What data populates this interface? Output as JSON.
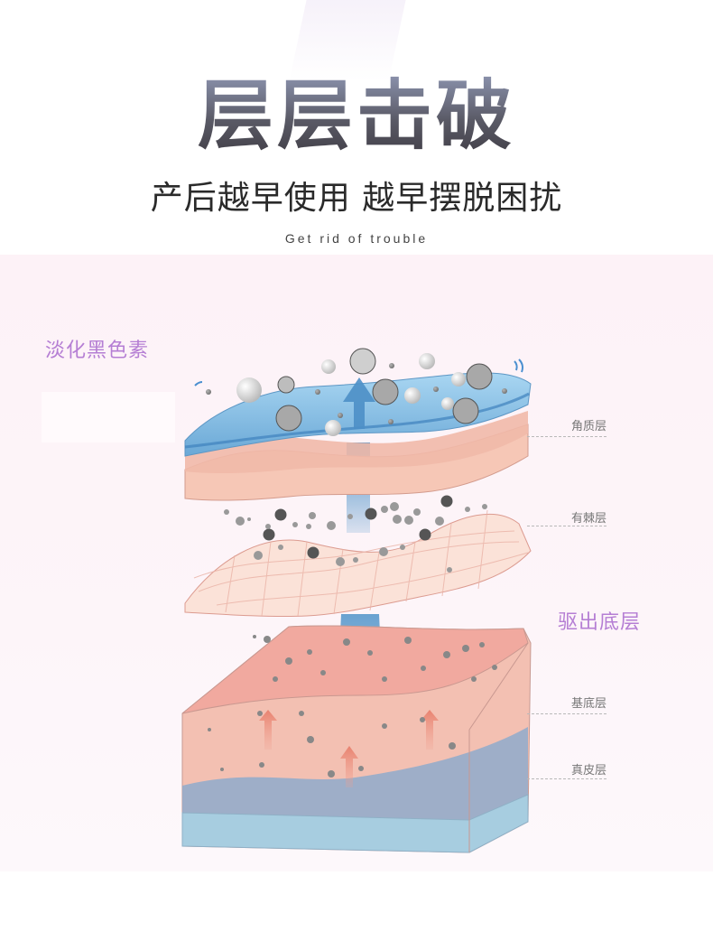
{
  "header": {
    "title": "层层击破",
    "subtitle": "产后越早使用 越早摆脱困扰",
    "subtitle_en": "Get rid of trouble"
  },
  "callouts": {
    "fade_melanin": "淡化黑色素",
    "expel_basal": "驱出底层"
  },
  "layers": [
    {
      "label": "角质层"
    },
    {
      "label": "有棘层"
    },
    {
      "label": "基底层"
    },
    {
      "label": "真皮层"
    }
  ],
  "colors": {
    "accent_purple": "#b57ed4",
    "skin_pink": "#f6c3b3",
    "blue_layer": "#7fb8e0",
    "panel_bg": "#fdf2f7"
  }
}
